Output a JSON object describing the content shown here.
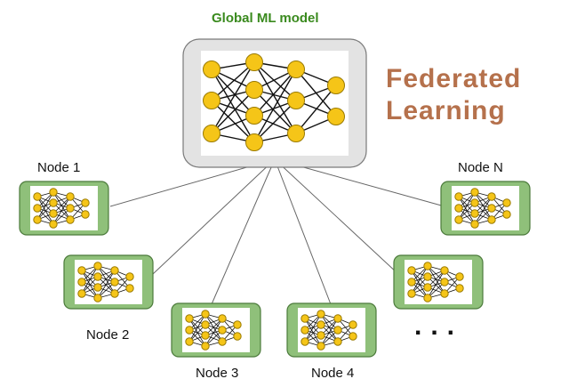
{
  "global_model": {
    "title": "Global ML model"
  },
  "heading": {
    "line1": "Federated",
    "line2": "Learning"
  },
  "nodes": [
    {
      "label": "Node 1"
    },
    {
      "label": "Node 2"
    },
    {
      "label": "Node 3"
    },
    {
      "label": "Node 4"
    },
    {
      "label": "Node N"
    }
  ],
  "ellipsis": "...",
  "colors": {
    "title_green": "#3a8a1e",
    "heading_brown": "#b5714c",
    "node_green": "#8fc07a",
    "neuron_gold": "#f5c518",
    "server_gray": "#e3e3e3"
  }
}
